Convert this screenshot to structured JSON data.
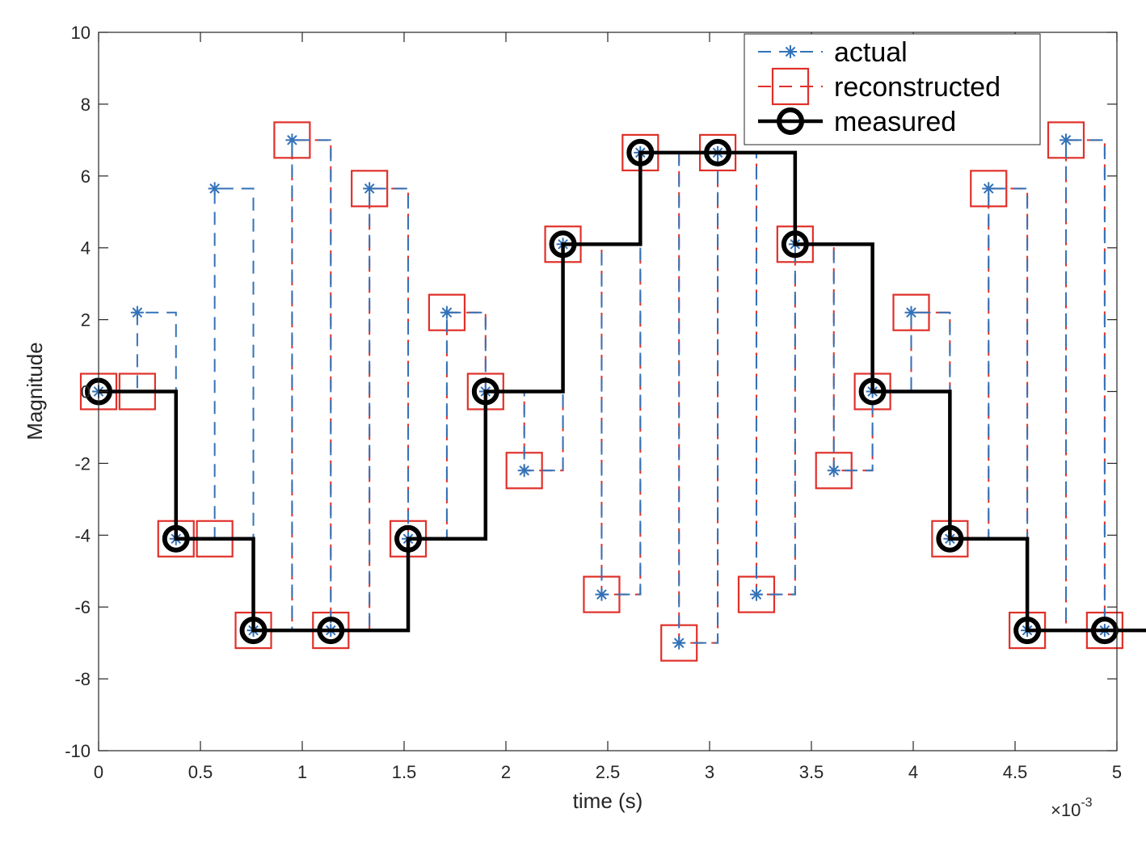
{
  "chart_data": {
    "type": "line",
    "xlabel": "time (s)",
    "ylabel": "Magnitude",
    "x_exponent_label": "×10",
    "x_exponent_power": "-3",
    "xlim": [
      0,
      5
    ],
    "ylim": [
      -10,
      10
    ],
    "xticks": [
      0,
      0.5,
      1,
      1.5,
      2,
      2.5,
      3,
      3.5,
      4,
      4.5,
      5
    ],
    "xtick_labels": [
      "0",
      "0.5",
      "1",
      "1.5",
      "2",
      "2.5",
      "3",
      "3.5",
      "4",
      "4.5",
      "5"
    ],
    "yticks": [
      10,
      8,
      6,
      4,
      2,
      0,
      -2,
      -4,
      -6,
      -8,
      -10
    ],
    "ytick_labels": [
      "10",
      "8",
      "6",
      "4",
      "2",
      "0",
      "-2",
      "-4",
      "-6",
      "-8",
      "-10"
    ],
    "grid": false,
    "legend_position": "top-right",
    "series": [
      {
        "name": "actual",
        "color": "#3372b8",
        "style": "dashed-stairs",
        "marker": "asterisk",
        "x": [
          0,
          0.19,
          0.38,
          0.57,
          0.76,
          0.95,
          1.14,
          1.33,
          1.52,
          1.71,
          1.9,
          2.09,
          2.28,
          2.47,
          2.66,
          2.85,
          3.04,
          3.23,
          3.42,
          3.61,
          3.8,
          3.99,
          4.18,
          4.37,
          4.56,
          4.75,
          4.94
        ],
        "values": [
          0,
          2.2,
          -4.1,
          5.65,
          -6.65,
          7.0,
          -6.65,
          5.65,
          -4.1,
          2.2,
          0,
          -2.2,
          4.1,
          -5.65,
          6.65,
          -7.0,
          6.65,
          -5.65,
          4.1,
          -2.2,
          0,
          2.2,
          -4.1,
          5.65,
          -6.65,
          7.0,
          -6.65
        ]
      },
      {
        "name": "reconstructed",
        "color": "#e0302a",
        "style": "dashed-stairs",
        "marker": "square",
        "x": [
          0,
          0.19,
          0.38,
          0.57,
          0.76,
          0.95,
          1.14,
          1.33,
          1.52,
          1.71,
          1.9,
          2.09,
          2.28,
          2.47,
          2.66,
          2.85,
          3.04,
          3.23,
          3.42,
          3.61,
          3.8,
          3.99,
          4.18,
          4.37,
          4.56,
          4.75,
          4.94
        ],
        "values": [
          0,
          0,
          -4.1,
          -4.1,
          -6.65,
          7.0,
          -6.65,
          5.65,
          -4.1,
          2.2,
          0,
          -2.2,
          4.1,
          -5.65,
          6.65,
          -7.0,
          6.65,
          -5.65,
          4.1,
          -2.2,
          0,
          2.2,
          -4.1,
          5.65,
          -6.65,
          7.0,
          -6.65
        ]
      },
      {
        "name": "measured",
        "color": "#000000",
        "style": "solid-stairs",
        "marker": "circle",
        "x": [
          0,
          0.38,
          0.76,
          1.14,
          1.52,
          1.9,
          2.28,
          2.66,
          3.04,
          3.42,
          3.8,
          4.18,
          4.56,
          4.94
        ],
        "values": [
          0,
          -4.1,
          -6.65,
          -6.65,
          -4.1,
          0,
          4.1,
          6.65,
          6.65,
          4.1,
          0,
          -4.1,
          -6.65,
          -6.65
        ]
      }
    ]
  }
}
